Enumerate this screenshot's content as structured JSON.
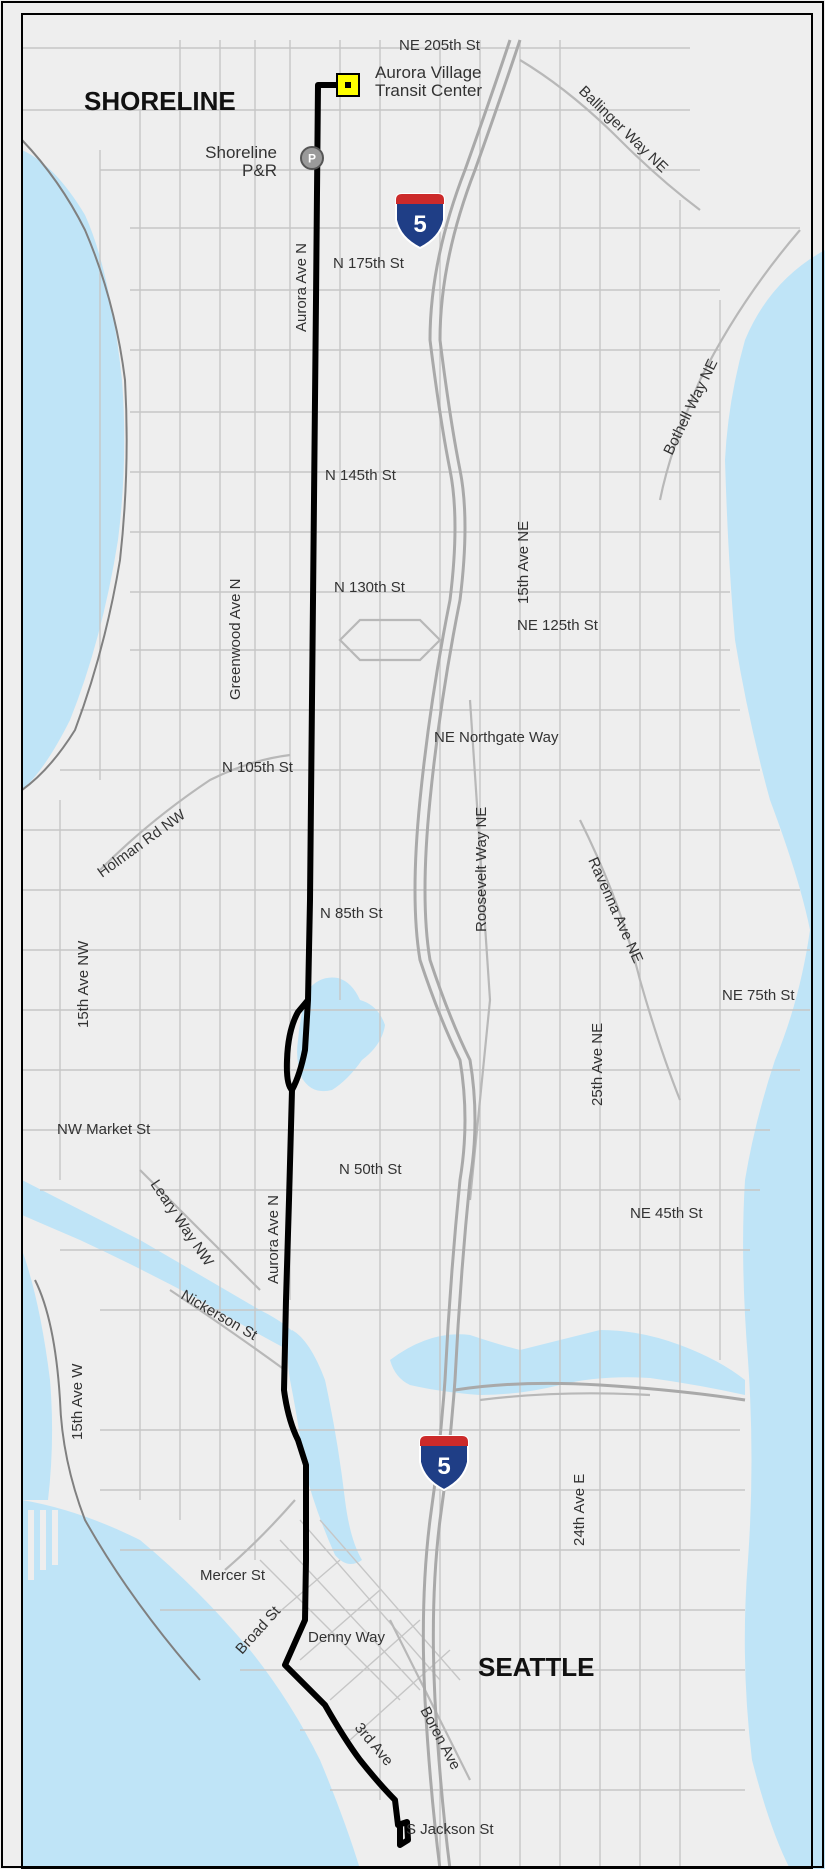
{
  "places": {
    "shoreline": "SHORELINE",
    "seattle": "SEATTLE"
  },
  "stops": {
    "transit_center_line1": "Aurora Village",
    "transit_center_line2": "Transit Center",
    "pr_line1": "Shoreline",
    "pr_line2": "P&R",
    "pr_symbol": "P"
  },
  "shields": {
    "north": "5",
    "south": "5"
  },
  "streets": {
    "ne205": "NE 205th St",
    "ballinger": "Ballinger Way NE",
    "n175": "N 175th St",
    "aurora_north": "Aurora Ave N",
    "bothell": "Bothell Way NE",
    "n145": "N 145th St",
    "ave15ne": "15th Ave NE",
    "n130": "N 130th St",
    "ne125": "NE 125th St",
    "greenwood": "Greenwood Ave N",
    "northgate": "NE Northgate Way",
    "n105": "N 105th St",
    "holman": "Holman Rd NW",
    "roosevelt": "Roosevelt Way NE",
    "ravenna": "Ravenna Ave NE",
    "n85": "N 85th St",
    "ave15nw": "15th Ave NW",
    "ne75": "NE 75th St",
    "ave25ne": "25th Ave NE",
    "nwmarket": "NW Market St",
    "n50": "N 50th St",
    "ne45": "NE 45th St",
    "leary": "Leary Way NW",
    "aurora_south": "Aurora Ave N",
    "nickerson": "Nickerson St",
    "ave15w": "15th Ave W",
    "ave24e": "24th Ave E",
    "mercer": "Mercer St",
    "broad": "Broad St",
    "denny": "Denny Way",
    "boren": "Boren Ave",
    "ave3": "3rd Ave",
    "jackson": "S Jackson St"
  },
  "colors": {
    "water": "#bfe4f7",
    "land": "#eeeeee",
    "route": "#000000",
    "transit_center_fill": "#ffff00",
    "pr_fill": "#9a9a9a",
    "shield_blue": "#1f3e86",
    "shield_red": "#cc2a2a"
  }
}
